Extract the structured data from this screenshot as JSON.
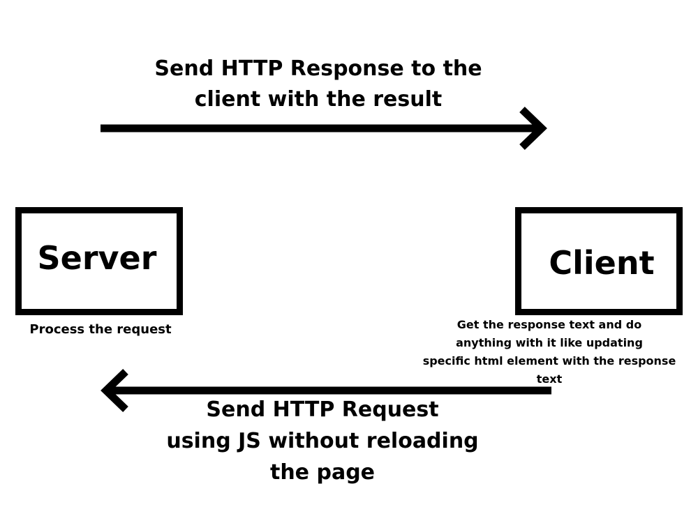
{
  "response_arrow": {
    "label_lines": [
      "Send HTTP Response to the",
      "client with the result"
    ]
  },
  "server": {
    "title": "Server",
    "note": "Process the request"
  },
  "client": {
    "title": "Client",
    "note_lines": [
      "Get the response text and do",
      "anything with it like updating",
      "specific html element with the response",
      "text"
    ]
  },
  "request_arrow": {
    "label_lines": [
      "Send HTTP Request",
      "using JS without reloading",
      "the page"
    ]
  },
  "colors": {
    "stroke": "#000000",
    "background": "#ffffff"
  }
}
